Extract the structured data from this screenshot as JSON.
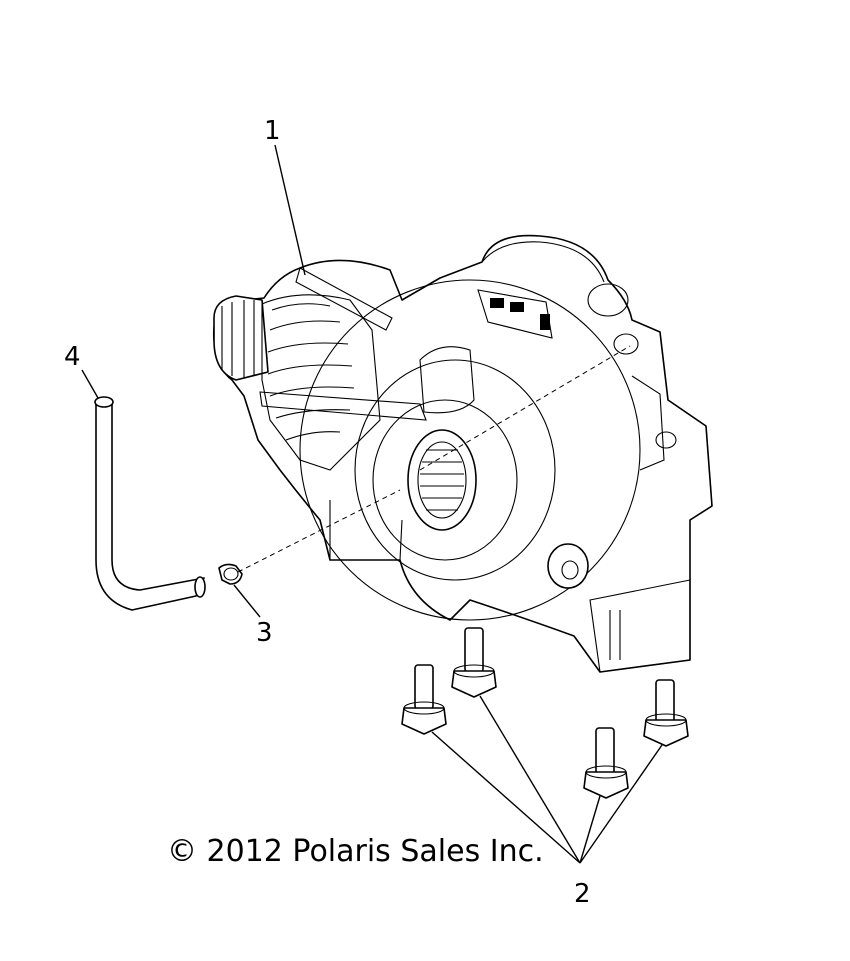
{
  "copyright": "© 2012 Polaris Sales Inc.",
  "callouts": {
    "c1": "1",
    "c2": "2",
    "c3": "3",
    "c4": "4"
  }
}
